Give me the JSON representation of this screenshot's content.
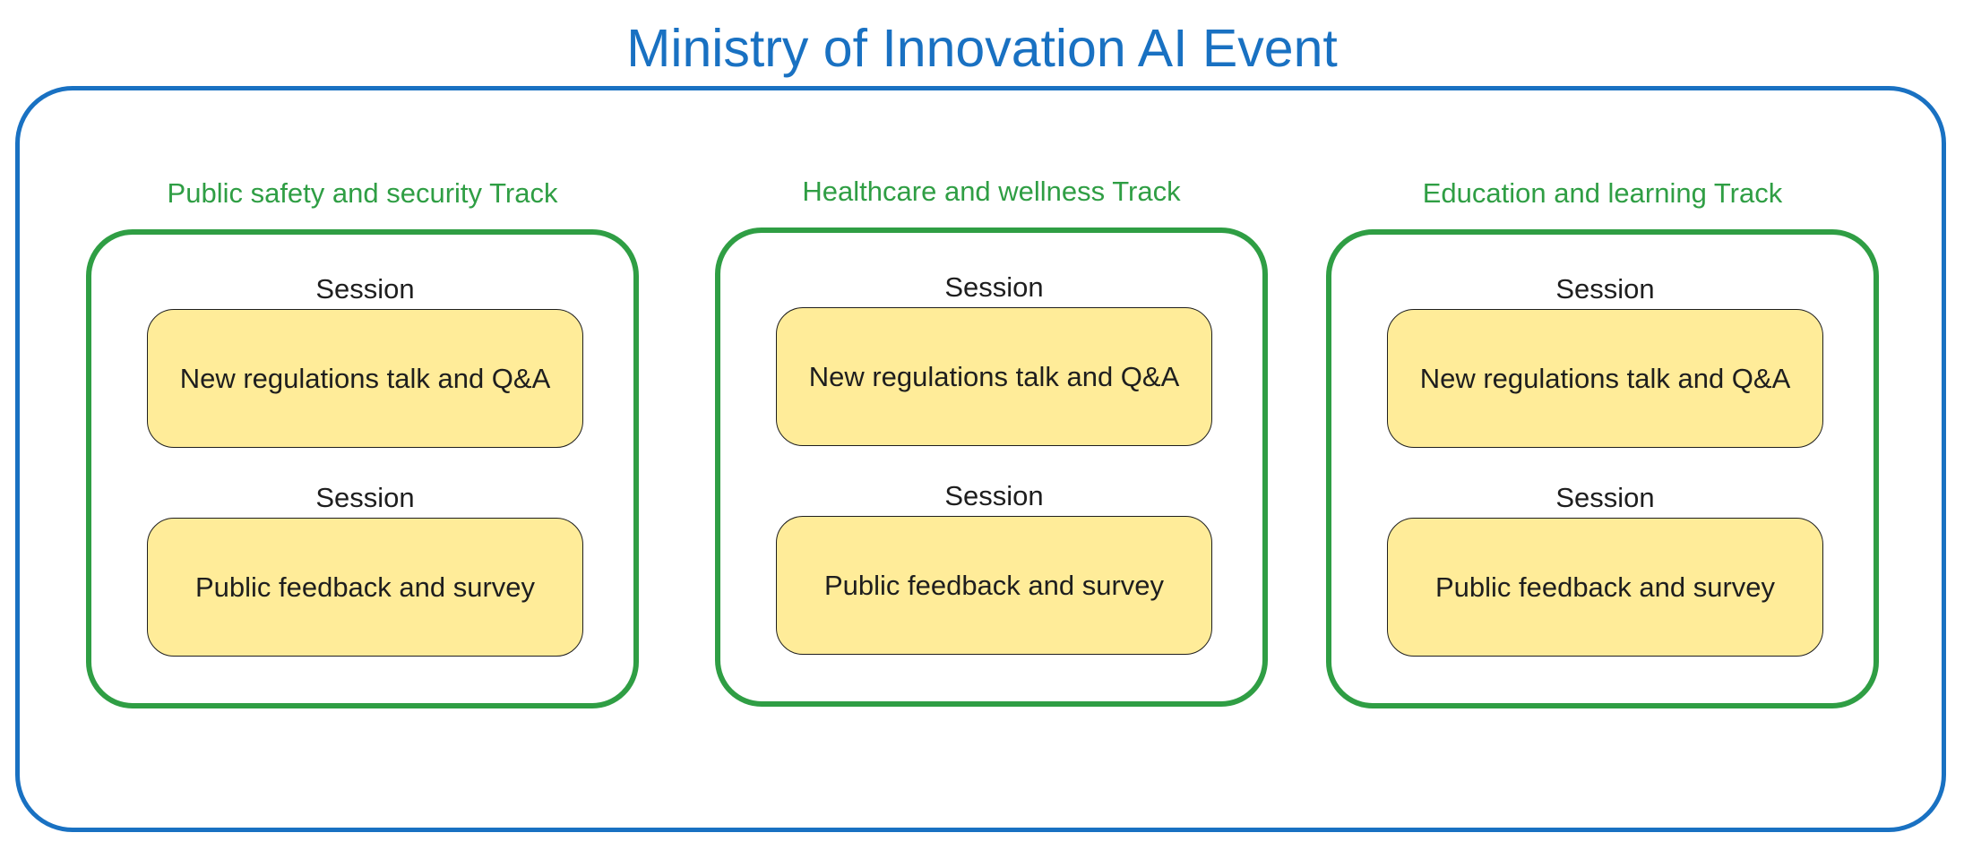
{
  "event": {
    "title": "Ministry of Innovation AI Event",
    "tracks": [
      {
        "title": "Public safety and security Track",
        "sessions": [
          {
            "label": "Session",
            "name": "New regulations talk and Q&A"
          },
          {
            "label": "Session",
            "name": "Public feedback and survey"
          }
        ]
      },
      {
        "title": "Healthcare and wellness Track",
        "sessions": [
          {
            "label": "Session",
            "name": "New regulations talk and Q&A"
          },
          {
            "label": "Session",
            "name": "Public feedback and survey"
          }
        ]
      },
      {
        "title": "Education and learning Track",
        "sessions": [
          {
            "label": "Session",
            "name": "New regulations talk and Q&A"
          },
          {
            "label": "Session",
            "name": "Public feedback and survey"
          }
        ]
      }
    ]
  },
  "colors": {
    "event_border": "#1971c2",
    "track_border": "#2f9e44",
    "session_fill": "#ffec99",
    "session_border": "#1e1e1e"
  }
}
